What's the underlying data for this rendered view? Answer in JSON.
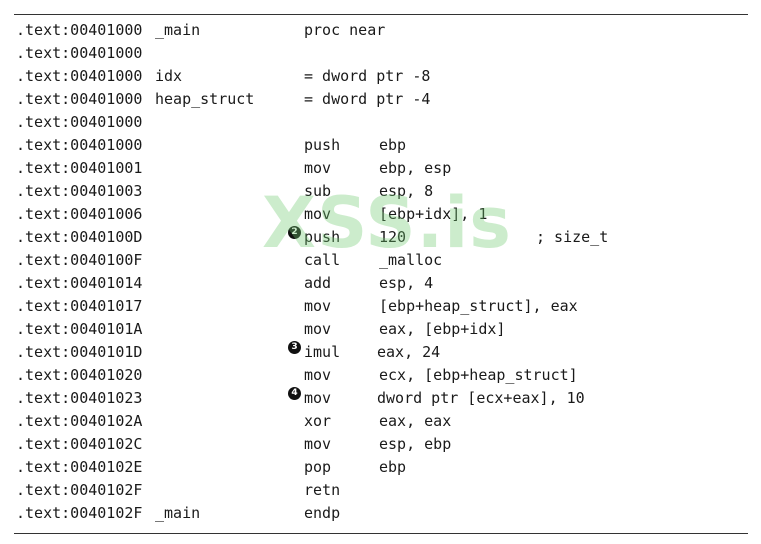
{
  "watermark": "XSS.is",
  "lines": [
    {
      "address": ".text:00401000",
      "label": "_main",
      "mnemonic": "proc near",
      "operands": "",
      "comment": "",
      "callout": ""
    },
    {
      "address": ".text:00401000",
      "label": "",
      "mnemonic": "",
      "operands": "",
      "comment": "",
      "callout": ""
    },
    {
      "address": ".text:00401000",
      "label": "idx",
      "mnemonic": "= dword ptr -8",
      "operands": "",
      "comment": "",
      "callout": ""
    },
    {
      "address": ".text:00401000",
      "label": "heap_struct",
      "mnemonic": "= dword ptr -4",
      "operands": "",
      "comment": "",
      "callout": ""
    },
    {
      "address": ".text:00401000",
      "label": "",
      "mnemonic": "",
      "operands": "",
      "comment": "",
      "callout": ""
    },
    {
      "address": ".text:00401000",
      "label": "",
      "mnemonic": "push",
      "operands": "ebp",
      "comment": "",
      "callout": ""
    },
    {
      "address": ".text:00401001",
      "label": "",
      "mnemonic": "mov",
      "operands": "ebp, esp",
      "comment": "",
      "callout": ""
    },
    {
      "address": ".text:00401003",
      "label": "",
      "mnemonic": "sub",
      "operands": "esp, 8",
      "comment": "",
      "callout": ""
    },
    {
      "address": ".text:00401006",
      "label": "",
      "mnemonic": "mov",
      "operands": "[ebp+idx], 1",
      "comment": "",
      "callout": ""
    },
    {
      "address": ".text:0040100D",
      "label": "",
      "mnemonic": "push",
      "operands": "120",
      "comment": "; size_t",
      "callout": "2"
    },
    {
      "address": ".text:0040100F",
      "label": "",
      "mnemonic": "call",
      "operands": "_malloc",
      "comment": "",
      "callout": ""
    },
    {
      "address": ".text:00401014",
      "label": "",
      "mnemonic": "add",
      "operands": "esp, 4",
      "comment": "",
      "callout": ""
    },
    {
      "address": ".text:00401017",
      "label": "",
      "mnemonic": "mov",
      "operands": "[ebp+heap_struct], eax",
      "comment": "",
      "callout": ""
    },
    {
      "address": ".text:0040101A",
      "label": "",
      "mnemonic": "mov",
      "operands": "eax, [ebp+idx]",
      "comment": "",
      "callout": ""
    },
    {
      "address": ".text:0040101D",
      "label": "",
      "mnemonic": "imul",
      "operands": "eax, 24",
      "comment": "",
      "callout": "3"
    },
    {
      "address": ".text:00401020",
      "label": "",
      "mnemonic": "mov",
      "operands": "ecx, [ebp+heap_struct]",
      "comment": "",
      "callout": ""
    },
    {
      "address": ".text:00401023",
      "label": "",
      "mnemonic": "mov",
      "operands": "dword ptr [ecx+eax], 10",
      "comment": "",
      "callout": "4"
    },
    {
      "address": ".text:0040102A",
      "label": "",
      "mnemonic": "xor",
      "operands": "eax, eax",
      "comment": "",
      "callout": ""
    },
    {
      "address": ".text:0040102C",
      "label": "",
      "mnemonic": "mov",
      "operands": "esp, ebp",
      "comment": "",
      "callout": ""
    },
    {
      "address": ".text:0040102E",
      "label": "",
      "mnemonic": "pop",
      "operands": "ebp",
      "comment": "",
      "callout": ""
    },
    {
      "address": ".text:0040102F",
      "label": "",
      "mnemonic": "retn",
      "operands": "",
      "comment": "",
      "callout": ""
    },
    {
      "address": ".text:0040102F",
      "label": "_main",
      "mnemonic": "endp",
      "operands": "",
      "comment": "",
      "callout": ""
    }
  ]
}
